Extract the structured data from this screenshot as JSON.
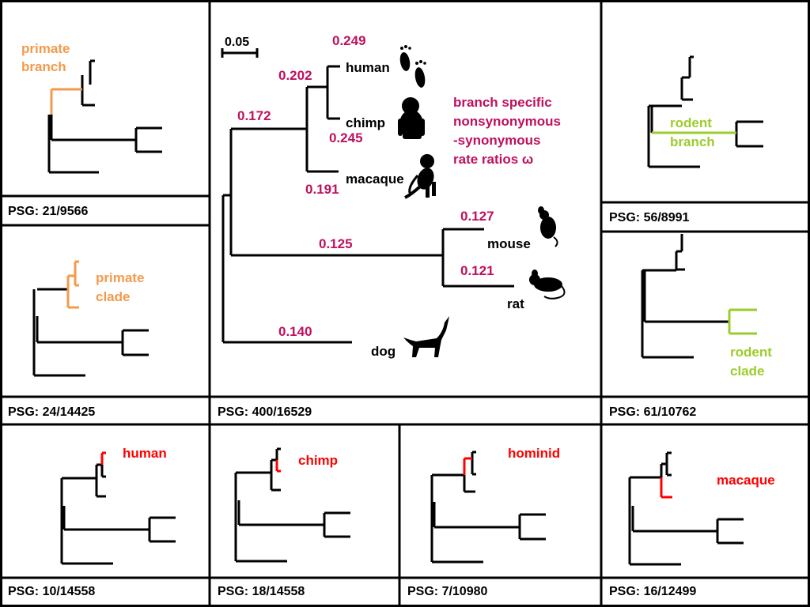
{
  "colors": {
    "black": "#000000",
    "primate": "#f39a4c",
    "rodent": "#9ccc2c",
    "lineage": "#ff0000",
    "omega": "#c0105e"
  },
  "main": {
    "scale_label": "0.05",
    "psg": "PSG: 400/16529",
    "legend_lines": [
      "branch specific",
      "nonsynonymous",
      "-synonymous",
      "rate ratios ω"
    ],
    "taxa": {
      "human": "human",
      "chimp": "chimp",
      "macaque": "macaque",
      "mouse": "mouse",
      "rat": "rat",
      "dog": "dog"
    },
    "omega_values": {
      "human": "0.249",
      "hominid": "0.202",
      "chimp": "0.245",
      "primate": "0.172",
      "macaque": "0.191",
      "rodent": "0.125",
      "mouse": "0.127",
      "rat": "0.121",
      "dog": "0.140"
    }
  },
  "panels": {
    "primate_branch": {
      "label_lines": [
        "primate",
        "branch"
      ],
      "psg": "PSG: 21/9566"
    },
    "primate_clade": {
      "label_lines": [
        "primate",
        "clade"
      ],
      "psg": "PSG: 24/14425"
    },
    "rodent_branch": {
      "label_lines": [
        "rodent",
        "branch"
      ],
      "psg": "PSG: 56/8991"
    },
    "rodent_clade": {
      "label_lines": [
        "rodent",
        "clade"
      ],
      "psg": "PSG: 61/10762"
    },
    "human": {
      "label": "human",
      "psg": "PSG: 10/14558"
    },
    "chimp": {
      "label": "chimp",
      "psg": "PSG: 18/14558"
    },
    "hominid": {
      "label": "hominid",
      "psg": "PSG: 7/10980"
    },
    "macaque": {
      "label": "macaque",
      "psg": "PSG: 16/12499"
    }
  }
}
